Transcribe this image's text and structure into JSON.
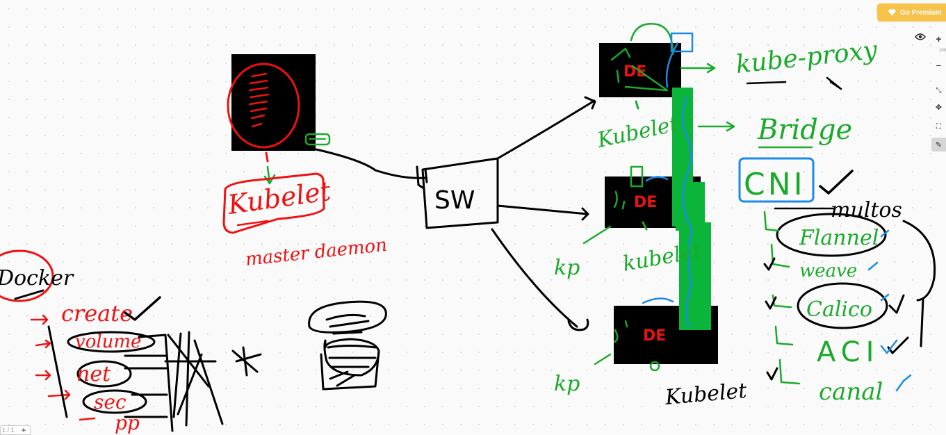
{
  "header": {
    "premium_label": "Go Premium",
    "zoom_level": "100"
  },
  "toolbar": {
    "tools": [
      "zoom-in",
      "zoom-out",
      "collapse",
      "move",
      "fit",
      "pen"
    ]
  },
  "pager": {
    "page_text": "1 / 1",
    "add_label": "+"
  },
  "colors": {
    "ink_black": "#000000",
    "ink_red": "#ee1111",
    "ink_green": "#1aaa2a",
    "ink_blue": "#1a8be8",
    "fill_green": "#0bb53a",
    "premium": "#f7c34a"
  },
  "diagram": {
    "master_label": "Kubelet",
    "master_caption": "master daemon",
    "switch_label": "SW",
    "node_badge": "DE",
    "node_kubelets": [
      "Kubelet",
      "kubelet",
      "Kubelet"
    ],
    "node_kp": [
      "kp",
      "kp"
    ],
    "right_labels": [
      "kube-proxy",
      "Bridge",
      "CNI",
      "multos"
    ],
    "cni_plugins": [
      "Flannel",
      "weave",
      "Calico",
      "ACI",
      "canal"
    ],
    "docker_label": "Docker",
    "docker_commands": [
      "create",
      "volume",
      "net",
      "sec",
      "pp"
    ]
  }
}
